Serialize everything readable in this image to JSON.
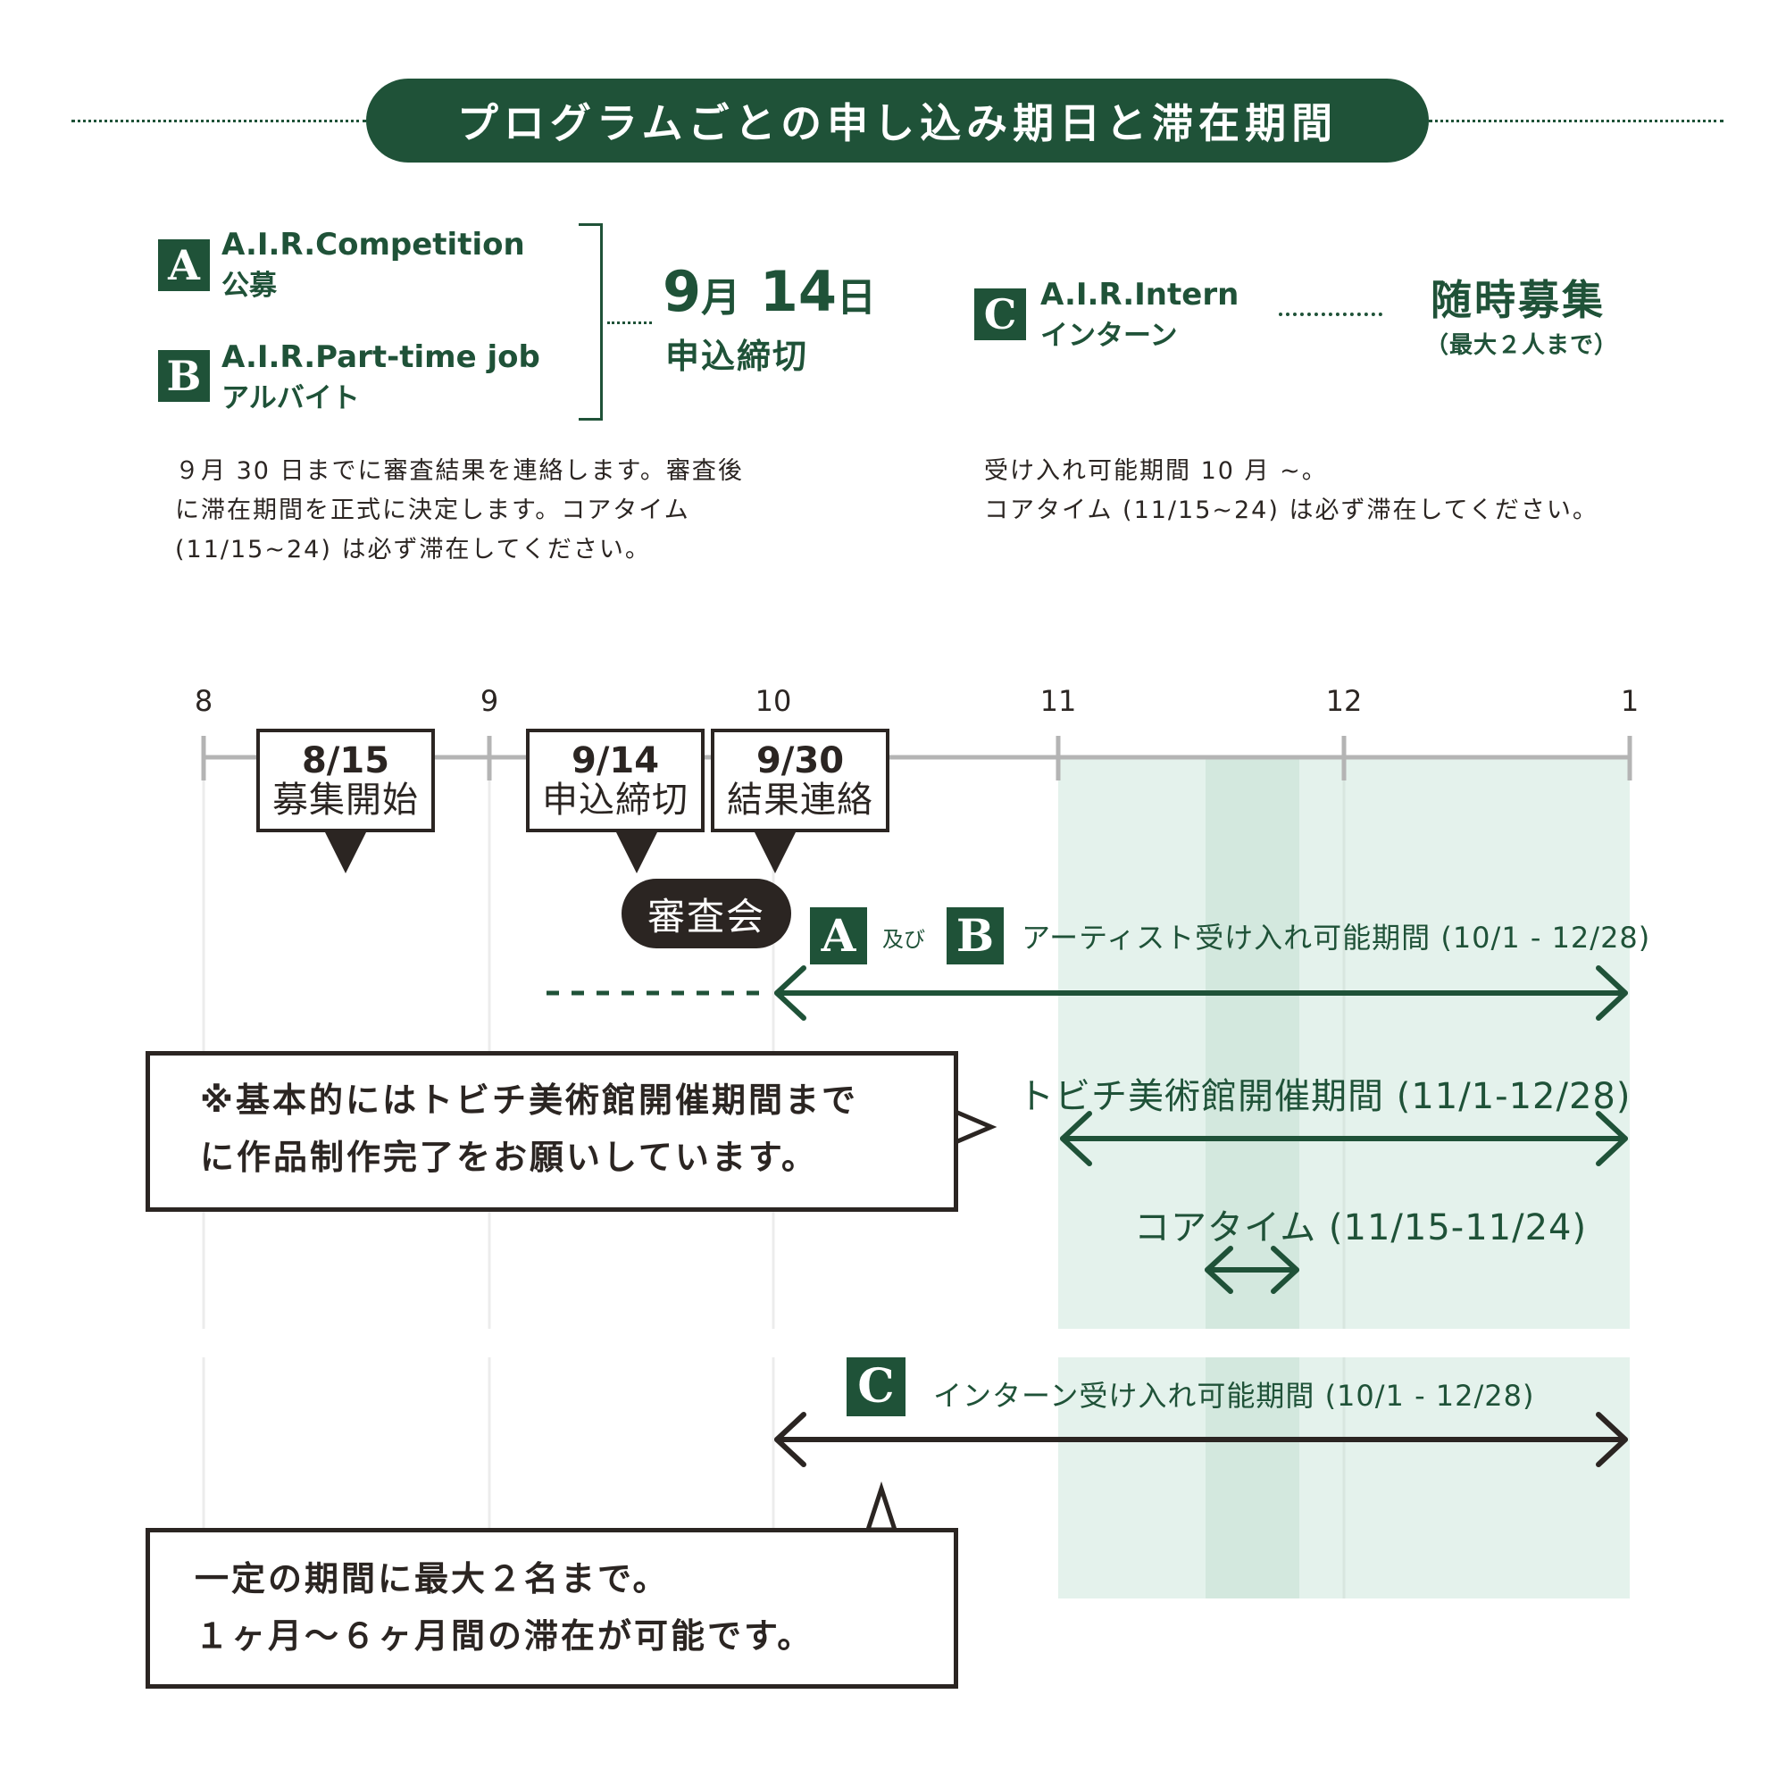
{
  "header": {
    "title": "プログラムごとの申し込み期日と滞在期間"
  },
  "programs": {
    "a": {
      "badge": "A",
      "name_en": "A.I.R.Competition",
      "name_jp": "公募"
    },
    "b": {
      "badge": "B",
      "name_en": "A.I.R.Part-time job",
      "name_jp": "アルバイト"
    },
    "c": {
      "badge": "C",
      "name_en": "A.I.R.Intern",
      "name_jp": "インターン"
    }
  },
  "deadline_ab": {
    "month": "9",
    "month_unit": "月",
    "day": "14",
    "day_unit": "日",
    "label": "申込締切"
  },
  "recruit_c": {
    "main": "随時募集",
    "sub": "（最大２人まで）"
  },
  "notes": {
    "ab": "９月 30 日までに審査結果を連絡します。審査後\nに滞在期間を正式に決定します。コアタイム\n(11/15~24) は必ず滞在してください。",
    "c": "受け入れ可能期間 10 月 ~。\nコアタイム (11/15~24) は必ず滞在してください。"
  },
  "timeline": {
    "months": [
      "8",
      "9",
      "10",
      "11",
      "12",
      "1"
    ],
    "callouts": [
      {
        "date": "8/15",
        "label": "募集開始"
      },
      {
        "date": "9/14",
        "label": "申込締切"
      },
      {
        "date": "9/30",
        "label": "結果連絡"
      }
    ],
    "review": "審査会",
    "ab_and": "及び",
    "ab_period": "アーティスト受け入れ可能期間 (10/1 - 12/28)",
    "museum_period": "トビチ美術館開催期間 (11/1-12/28)",
    "core_time": "コアタイム (11/15-11/24)",
    "c_period": "インターン受け入れ可能期間 (10/1 - 12/28)",
    "note_ab": "※基本的にはトビチ美術館開催期間まで\nに作品制作完了をお願いしています。",
    "note_c": "一定の期間に最大２名まで。\n１ヶ月～６ヶ月間の滞在が可能です。"
  },
  "colors": {
    "green": "#1f5238",
    "light_green": "#e4f2ec",
    "core_green": "#d3e8de",
    "dark": "#2b2522",
    "axis": "#b4b4b4"
  }
}
